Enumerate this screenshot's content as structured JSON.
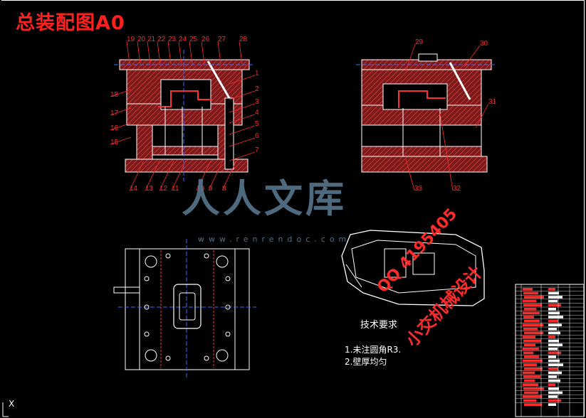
{
  "drawing": {
    "title": "总装配图A0",
    "tech_title": "技术要求",
    "tech_notes": [
      "1.未注圆角R3.",
      "2.壁厚均匀"
    ],
    "axis_label": "X"
  },
  "watermark": {
    "brand": "人人文库",
    "url": "www.renrendoc.com",
    "qq": "QQ 4195405",
    "note": "小交机械设计"
  },
  "part_numbers": {
    "top_left": [
      "19",
      "20",
      "21",
      "22",
      "23",
      "24",
      "25",
      "26",
      "27",
      "28"
    ],
    "right_side": [
      "1",
      "2",
      "3",
      "4",
      "5",
      "6",
      "7"
    ],
    "left_side": [
      "18",
      "17",
      "16",
      "15"
    ],
    "bottom_left": [
      "14",
      "13",
      "12",
      "11",
      "10",
      "9",
      "8"
    ],
    "view2": [
      "29",
      "30",
      "31",
      "33",
      "32"
    ]
  },
  "colors": {
    "background": "#000000",
    "hatch": "#c83232",
    "outline": "#ffffff",
    "label": "#ff2a2a",
    "centerline": "#3b6bff",
    "watermark": "#5b7d96"
  }
}
